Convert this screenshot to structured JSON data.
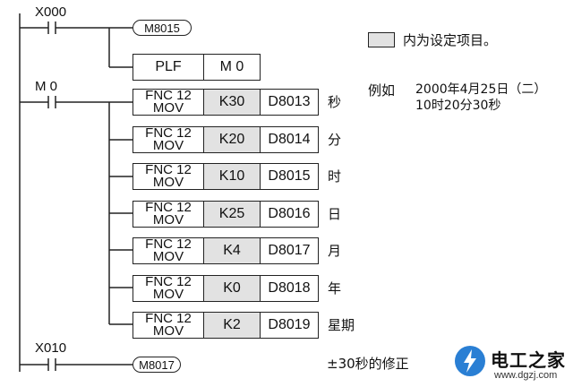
{
  "rungs": {
    "r1": {
      "contact": "X000",
      "coil": "M8015"
    },
    "r2": {
      "instruction": "PLF",
      "operand": "M 0"
    },
    "r3": {
      "contact": "M 0"
    },
    "r4": {
      "contact": "X010",
      "coil": "M8017"
    }
  },
  "mov_rows": [
    {
      "fnc": "FNC 12",
      "mov": "MOV",
      "source": "K30",
      "dest": "D8013",
      "unit": "秒"
    },
    {
      "fnc": "FNC 12",
      "mov": "MOV",
      "source": "K20",
      "dest": "D8014",
      "unit": "分"
    },
    {
      "fnc": "FNC 12",
      "mov": "MOV",
      "source": "K10",
      "dest": "D8015",
      "unit": "时"
    },
    {
      "fnc": "FNC 12",
      "mov": "MOV",
      "source": "K25",
      "dest": "D8016",
      "unit": "日"
    },
    {
      "fnc": "FNC 12",
      "mov": "MOV",
      "source": "K4",
      "dest": "D8017",
      "unit": "月"
    },
    {
      "fnc": "FNC 12",
      "mov": "MOV",
      "source": "K0",
      "dest": "D8018",
      "unit": "年"
    },
    {
      "fnc": "FNC 12",
      "mov": "MOV",
      "source": "K2",
      "dest": "D8019",
      "unit": "星期"
    }
  ],
  "legend": {
    "text": "内为设定项目。"
  },
  "example": {
    "prefix": "例如",
    "line1": "2000年4月25日（二）",
    "line2": "10时20分30秒"
  },
  "correction": "±30秒的修正",
  "watermark": {
    "title": "电工之家",
    "url": "www.dgzj.com"
  },
  "colors": {
    "shade": "#e2e2e2",
    "line": "#222222",
    "logo_blue": "#2a7fd4"
  }
}
